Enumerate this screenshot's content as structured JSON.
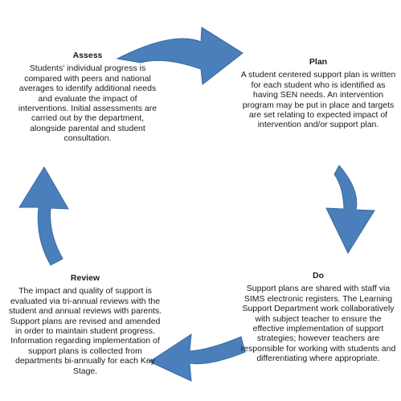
{
  "colors": {
    "arrow_fill": "#4a7fbb",
    "arrow_stroke": "#3b6aa3",
    "text": "#1a1a1a"
  },
  "stages": {
    "assess": {
      "title": "Assess",
      "body": "Students' individual progress is compared with peers and national averages to identify additional needs and evaluate the impact of interventions. Initial assessments are carried out by the department, alongside parental and student consultation."
    },
    "plan": {
      "title": "Plan",
      "body": "A student centered support plan is written for each student who is identified as having SEN needs. An intervention program may be put in place and targets are set relating to expected impact of intervention and/or support plan."
    },
    "do": {
      "title": "Do",
      "body": "Support plans are shared with staff via SIMS electronic registers. The Learning Support Department work collaboratively with subject teacher to ensure the effective implementation of support strategies; however teachers are responsible for working with students and differentiating where appropriate."
    },
    "review": {
      "title": "Review",
      "body": "The impact and quality of support is evaluated via tri-annual reviews with the student and annual reviews with parents. Support plans are revised and amended in order to maintain student progress. Information regarding implementation of support plans is collected from departments bi-annually for each Key Stage."
    }
  },
  "arrows": [
    {
      "name": "arrow-top-right",
      "icon": "curved-arrow-right-icon"
    },
    {
      "name": "arrow-right-down",
      "icon": "curved-arrow-down-icon"
    },
    {
      "name": "arrow-bottom-left",
      "icon": "curved-arrow-left-icon"
    },
    {
      "name": "arrow-left-up",
      "icon": "curved-arrow-up-icon"
    }
  ]
}
